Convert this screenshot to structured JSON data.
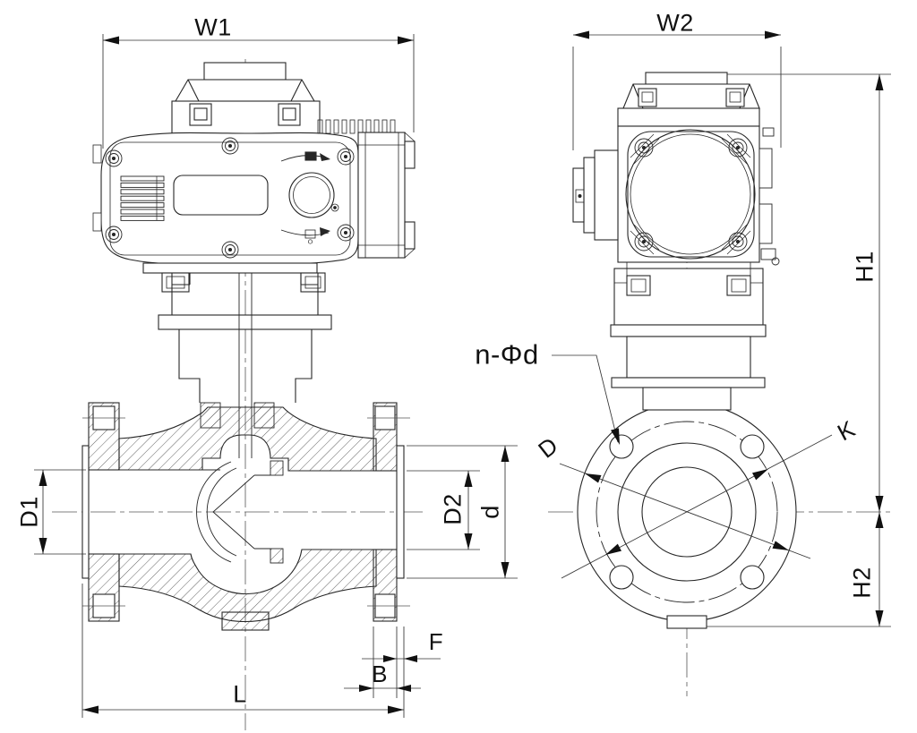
{
  "drawing": {
    "type": "engineering-drawing",
    "subject": "electric-actuator-ball-valve-two-views",
    "line_color": "#262626",
    "background": "#ffffff",
    "front_view": {
      "dims": {
        "overall_width": "W1",
        "left_bore": "D1",
        "right_bore": "D2",
        "raised_face_diameter": "d",
        "raised_face_height": "F",
        "flange_thickness": "B",
        "face_to_face": "L"
      }
    },
    "side_view": {
      "dims": {
        "overall_width": "W2",
        "height_above_center": "H1",
        "height_below_center": "H2",
        "bolt_holes_note": "n-Φd",
        "flange_outer_diameter": "D",
        "bolt_circle_diameter": "K"
      }
    }
  }
}
